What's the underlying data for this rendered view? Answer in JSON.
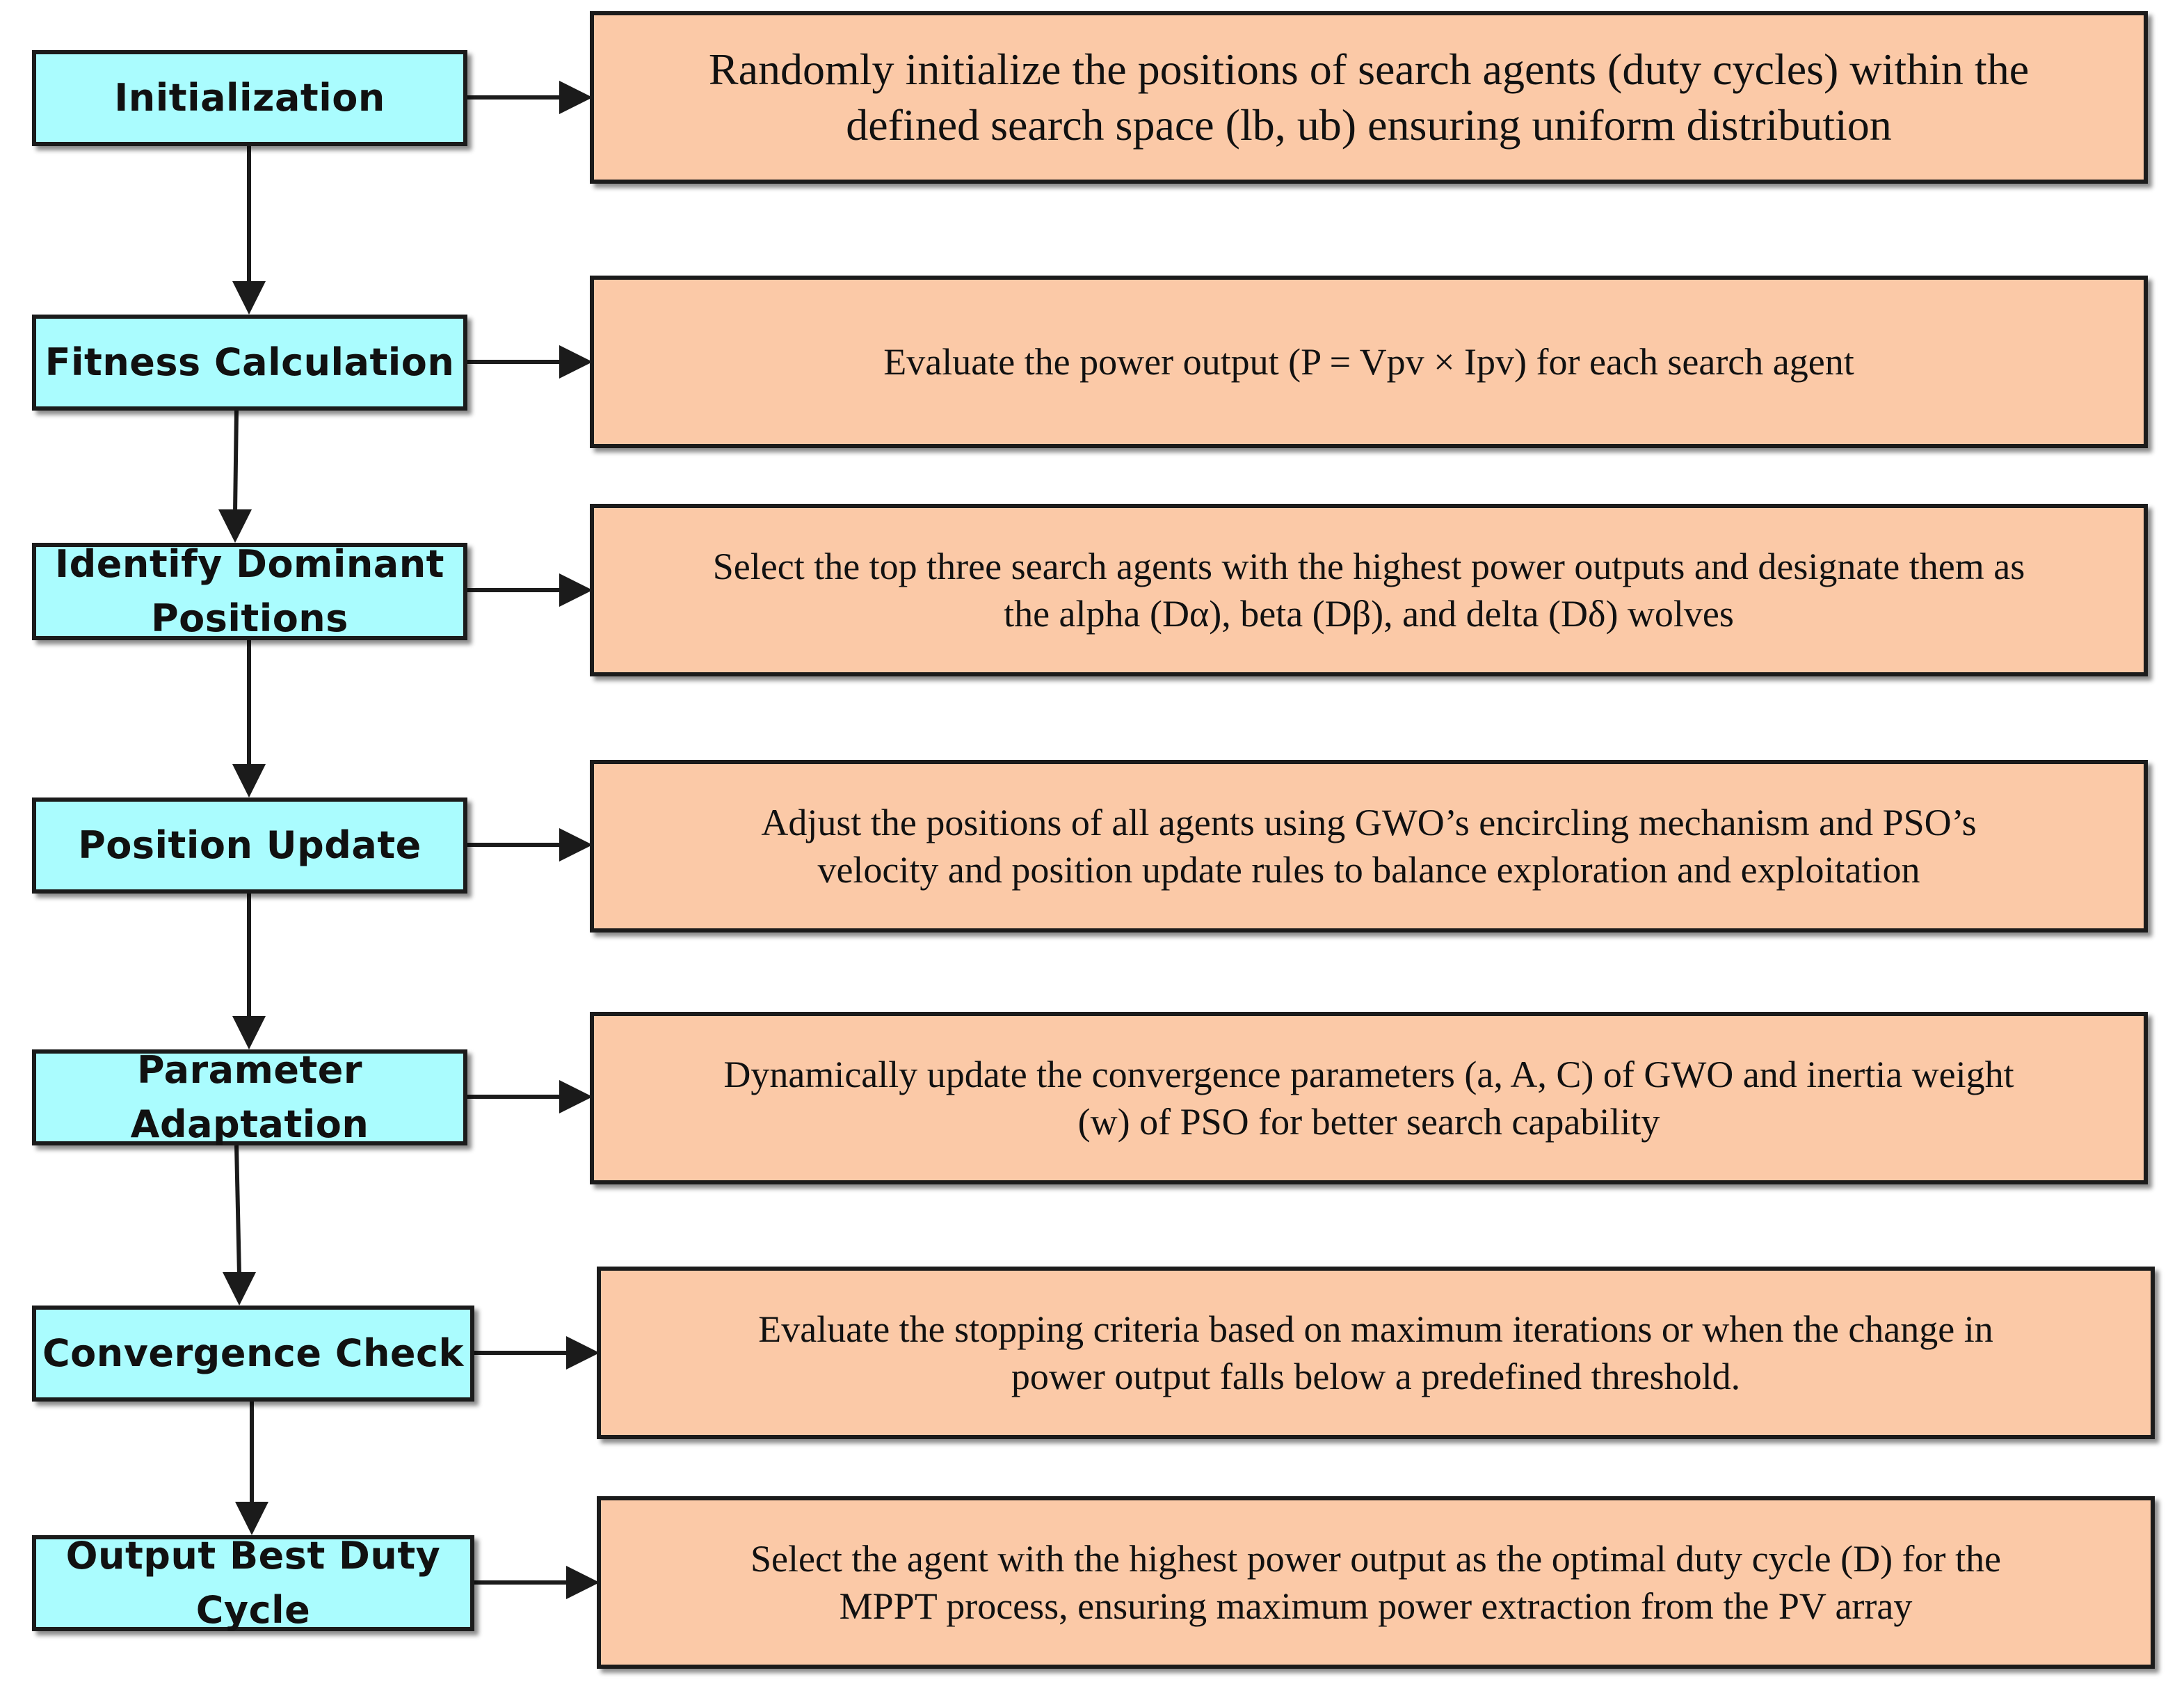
{
  "colors": {
    "step_fill": "#aafcfe",
    "description_fill": "#fbc9a7",
    "stroke": "#1b1b1b",
    "text": "#111111"
  },
  "steps": [
    {
      "label": "Initialization",
      "description": "Randomly initialize the positions of search agents (duty cycles) within the\ndefined search space (lb, ub) ensuring uniform distribution"
    },
    {
      "label": "Fitness Calculation",
      "description": "Evaluate the power output (P = Vpv × Ipv) for each search agent"
    },
    {
      "label": "Identify Dominant\nPositions",
      "description": "Select the top three search agents with the highest power outputs and designate them as\nthe alpha (Dα), beta (Dβ), and delta (Dδ) wolves"
    },
    {
      "label": "Position Update",
      "description": "Adjust the positions of all agents using GWO’s encircling mechanism and PSO’s\nvelocity and position update rules to balance exploration and exploitation"
    },
    {
      "label": "Parameter\nAdaptation",
      "description": "Dynamically update the convergence parameters (a, A, C) of GWO and inertia weight\n(w) of PSO for better search capability"
    },
    {
      "label": "Convergence Check",
      "description": "Evaluate the stopping criteria based on maximum iterations or when the change in\npower output falls below a predefined threshold."
    },
    {
      "label": "Output Best Duty\nCycle",
      "description": "Select the agent with the highest power output as the optimal duty cycle (D) for the\nMPPT process, ensuring maximum power extraction from the PV array"
    }
  ]
}
